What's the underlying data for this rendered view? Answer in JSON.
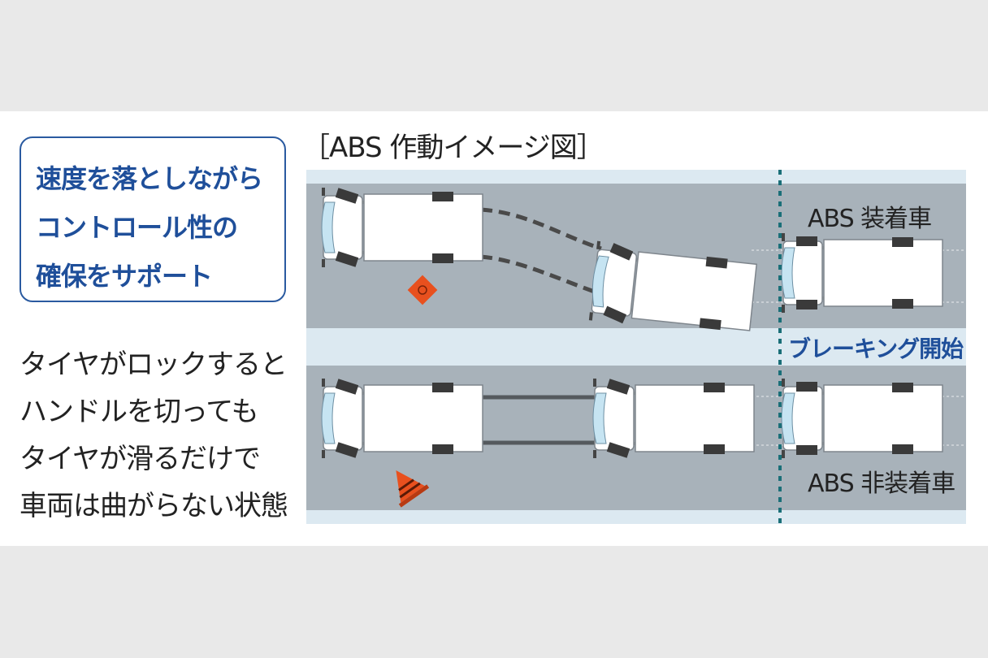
{
  "callout": {
    "text": "速度を落としながら\nコントロール性の\n確保をサポート"
  },
  "description": {
    "text": "タイヤがロックすると\nハンドルを切っても\nタイヤが滑るだけで\n車両は曲がらない状態"
  },
  "figure": {
    "title": "［ABS 作動イメージ図］",
    "label_with_abs": "ABS 装着車",
    "label_braking_start": "ブレーキング開始",
    "label_without_abs": "ABS 非装着車"
  },
  "colors": {
    "road": "#a8b2ba",
    "lane_strip": "#dce9f1",
    "accent_blue": "#1f4f9a",
    "brake_line": "#1a6f78",
    "cone_orange": "#e8501e"
  },
  "icons": {
    "sign": "orange-diamond-sign-icon",
    "cone": "traffic-cone-icon",
    "truck": "truck-top-view-icon"
  }
}
